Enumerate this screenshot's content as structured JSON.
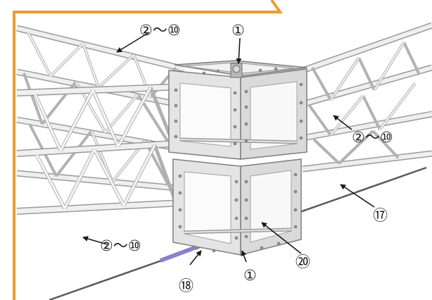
{
  "colors": {
    "frame": "#f29a2e",
    "tube": "#ededed",
    "tube_outline": "#8a8a8a",
    "plate": "#d6d6d6",
    "plate_dark": "#9b9b9b",
    "cable_blue": "#8a7fd0",
    "cable_dark": "#5a5a5a",
    "ink": "#1a1a1a"
  },
  "callouts": [
    {
      "id": "parts-2-10-top",
      "text": "②〜⑩"
    },
    {
      "id": "part-1-top",
      "text": "①"
    },
    {
      "id": "parts-2-10-right",
      "text": "②〜⑩"
    },
    {
      "id": "part-17",
      "text": "⑰"
    },
    {
      "id": "parts-2-10-left",
      "text": "②〜⑩"
    },
    {
      "id": "part-20",
      "text": "⑳"
    },
    {
      "id": "part-1-bottom",
      "text": "①"
    },
    {
      "id": "part-18",
      "text": "⑱"
    }
  ]
}
